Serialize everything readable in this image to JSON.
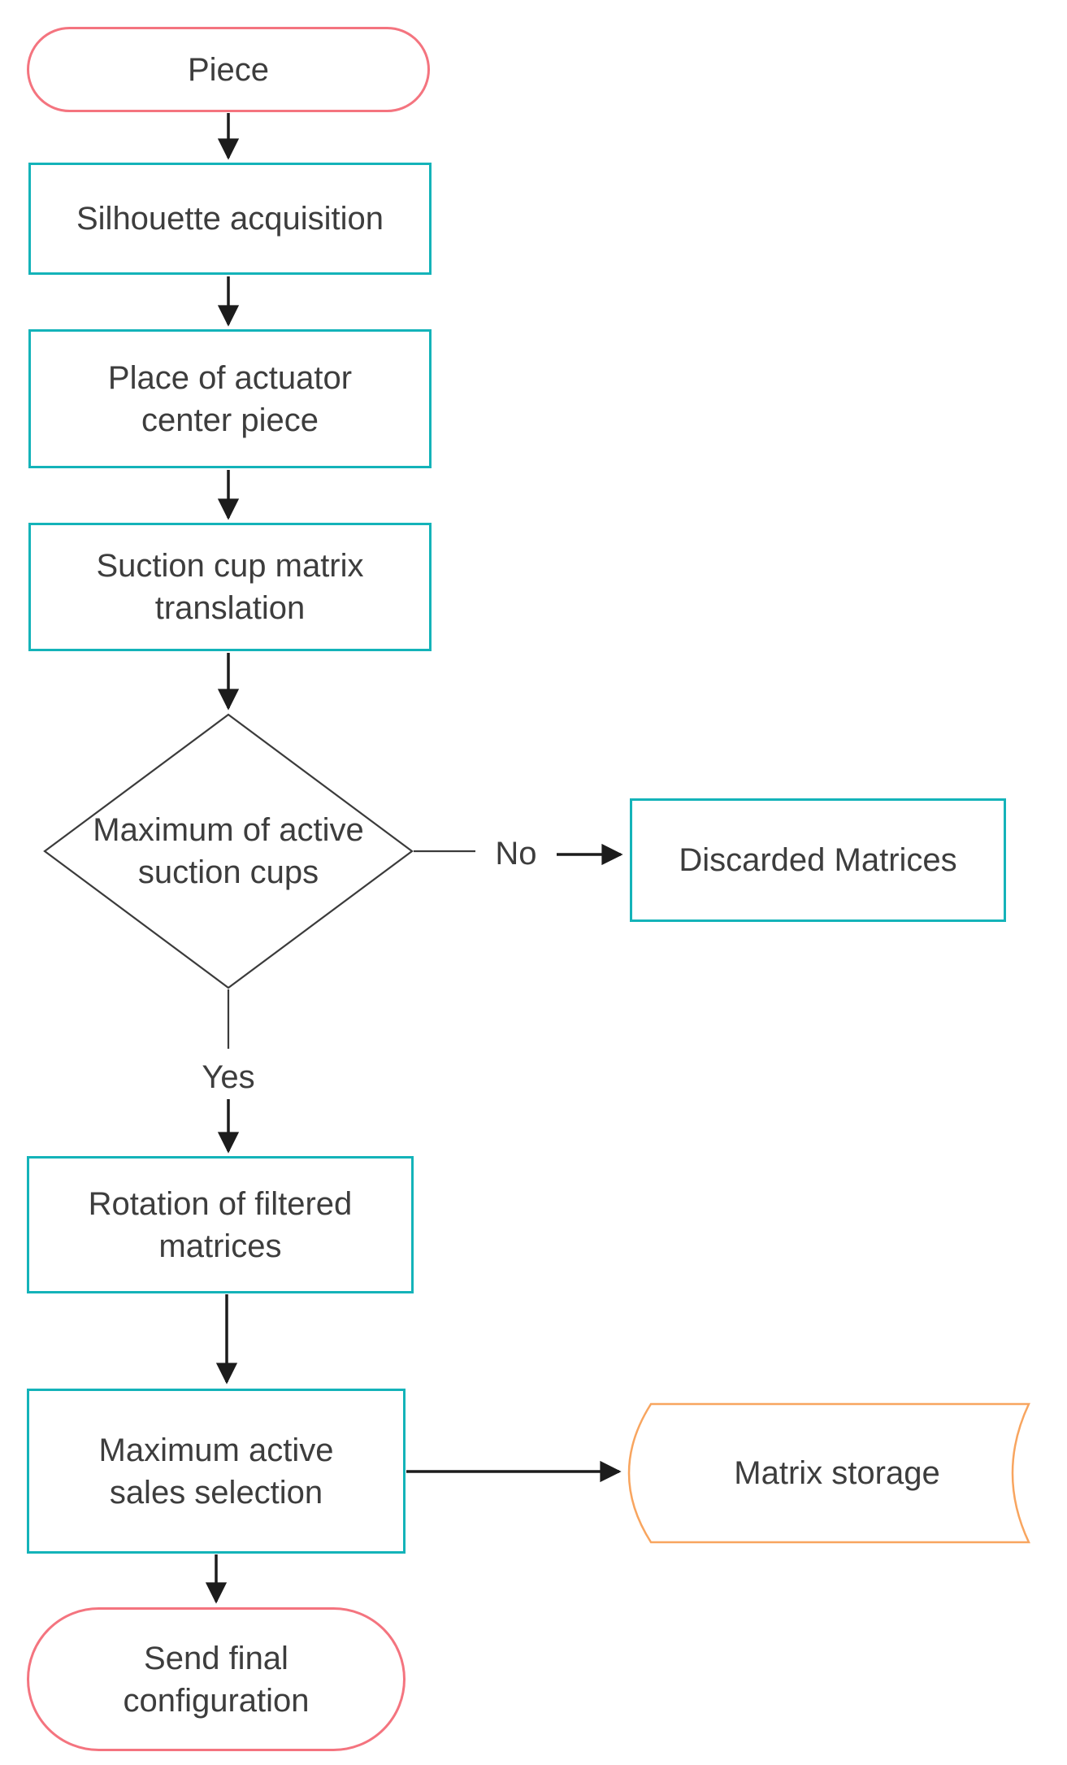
{
  "diagram": {
    "type": "flowchart",
    "nodes": [
      {
        "id": "piece",
        "shape": "terminator",
        "label": "Piece"
      },
      {
        "id": "silhouette-acquisition",
        "shape": "process",
        "label": "Silhouette acquisition"
      },
      {
        "id": "place-of-actuator-center-piece",
        "shape": "process",
        "label": "Place of actuator center piece"
      },
      {
        "id": "suction-cup-matrix-translation",
        "shape": "process",
        "label": "Suction cup matrix translation"
      },
      {
        "id": "maximum-of-active-suction-cups",
        "shape": "decision",
        "label": "Maximum of active suction cups"
      },
      {
        "id": "discarded-matrices",
        "shape": "process",
        "label": "Discarded Matrices"
      },
      {
        "id": "rotation-of-filtered-matrices",
        "shape": "process",
        "label": "Rotation of filtered matrices"
      },
      {
        "id": "maximum-active-sales-selection",
        "shape": "process",
        "label": "Maximum active sales selection"
      },
      {
        "id": "matrix-storage",
        "shape": "stored-data",
        "label": "Matrix storage"
      },
      {
        "id": "send-final-configuration",
        "shape": "terminator",
        "label": "Send final configuration"
      }
    ],
    "edge_labels": {
      "no": "No",
      "yes": "Yes"
    },
    "colors": {
      "terminator_border": "#f4747f",
      "process_border": "#14b3b9",
      "storage_border": "#f8a55f",
      "decision_border": "#3b3b3b",
      "connector": "#1c1c1c",
      "text": "#3d3d3d",
      "background": "#ffffff"
    }
  }
}
